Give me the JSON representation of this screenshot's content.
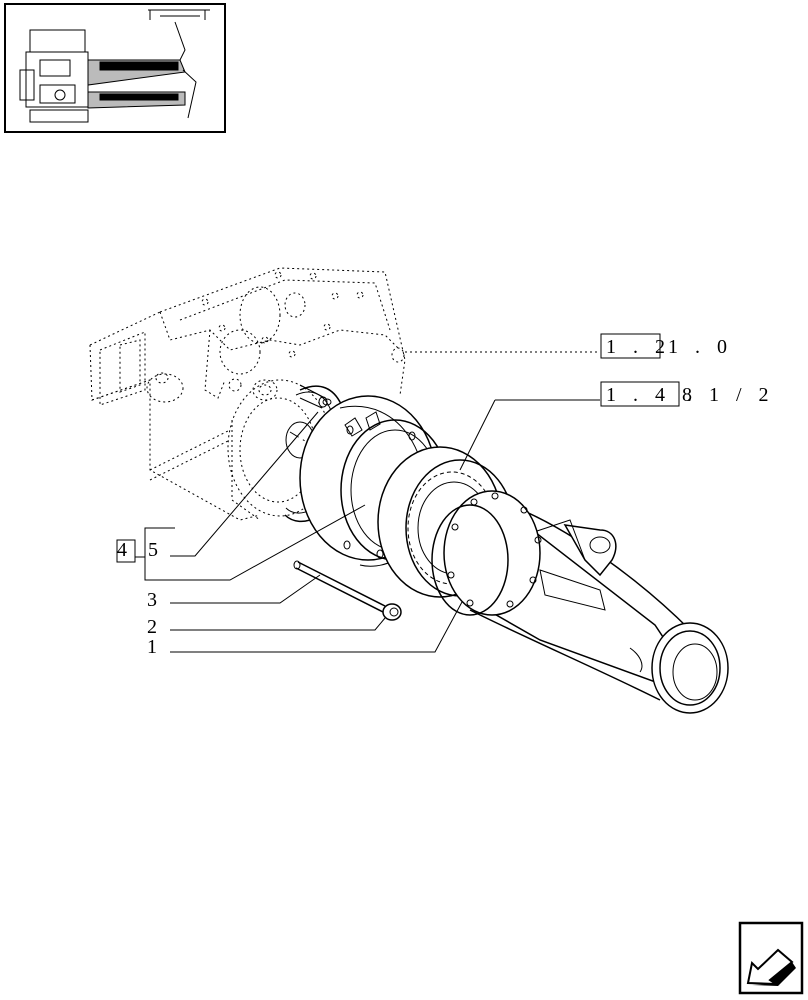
{
  "callouts": {
    "item_1": "1",
    "item_2": "2",
    "item_3": "3",
    "item_4": "4",
    "item_5": "5"
  },
  "references": {
    "ref_a_boxed": "1 . 2",
    "ref_a_rest": "1 . 0",
    "ref_b_boxed": "1 . 4 8",
    "ref_b_rest": ". 1 / 2"
  },
  "icons": {
    "thumbnail": "tractor-locator-thumbnail",
    "nav": "arrow-previous-icon"
  }
}
